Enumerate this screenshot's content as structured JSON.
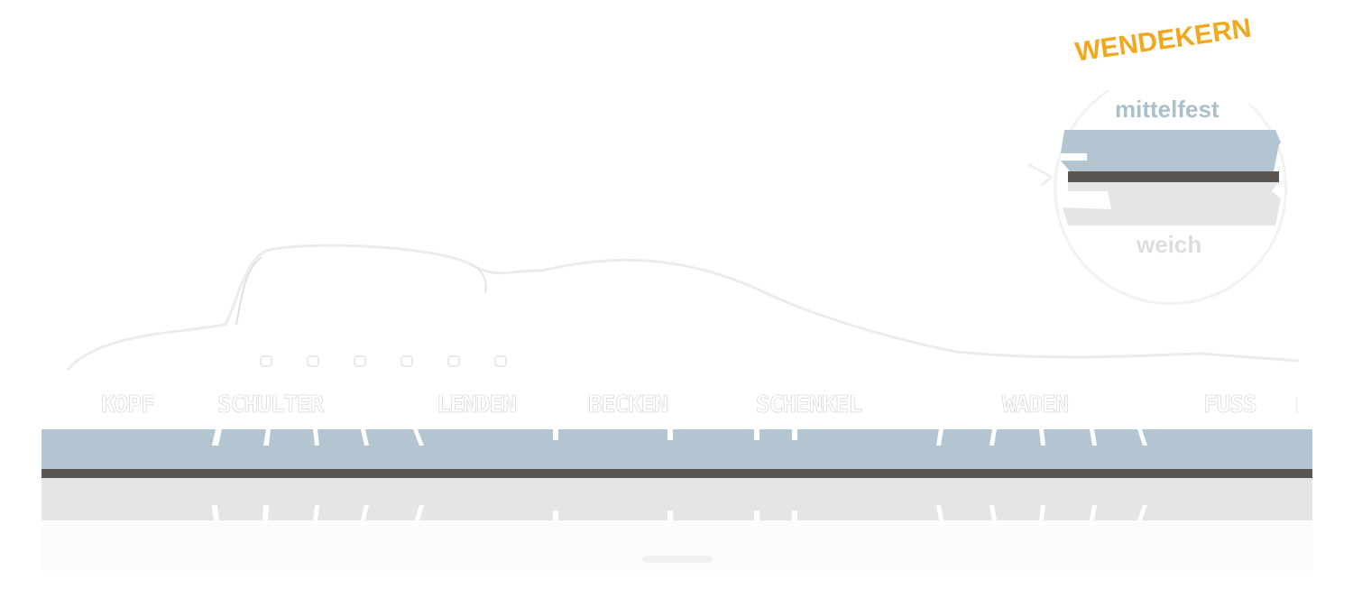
{
  "zones": [
    {
      "label": "KOPF"
    },
    {
      "label": "SCHULTER"
    },
    {
      "label": "LENDEN"
    },
    {
      "label": "BECKEN"
    },
    {
      "label": "SCHENKEL"
    },
    {
      "label": "WADEN"
    },
    {
      "label": "FUSS"
    }
  ],
  "badge": {
    "title": "WENDEKERN",
    "top_layer": "mittelfest",
    "bottom_layer": "weich"
  },
  "colors": {
    "firm_layer": "#b3c5d1",
    "separator": "#5a5551",
    "soft_layer": "#e5e5e5",
    "cover": "#fcfcfc",
    "accent": "#f2a81d"
  }
}
